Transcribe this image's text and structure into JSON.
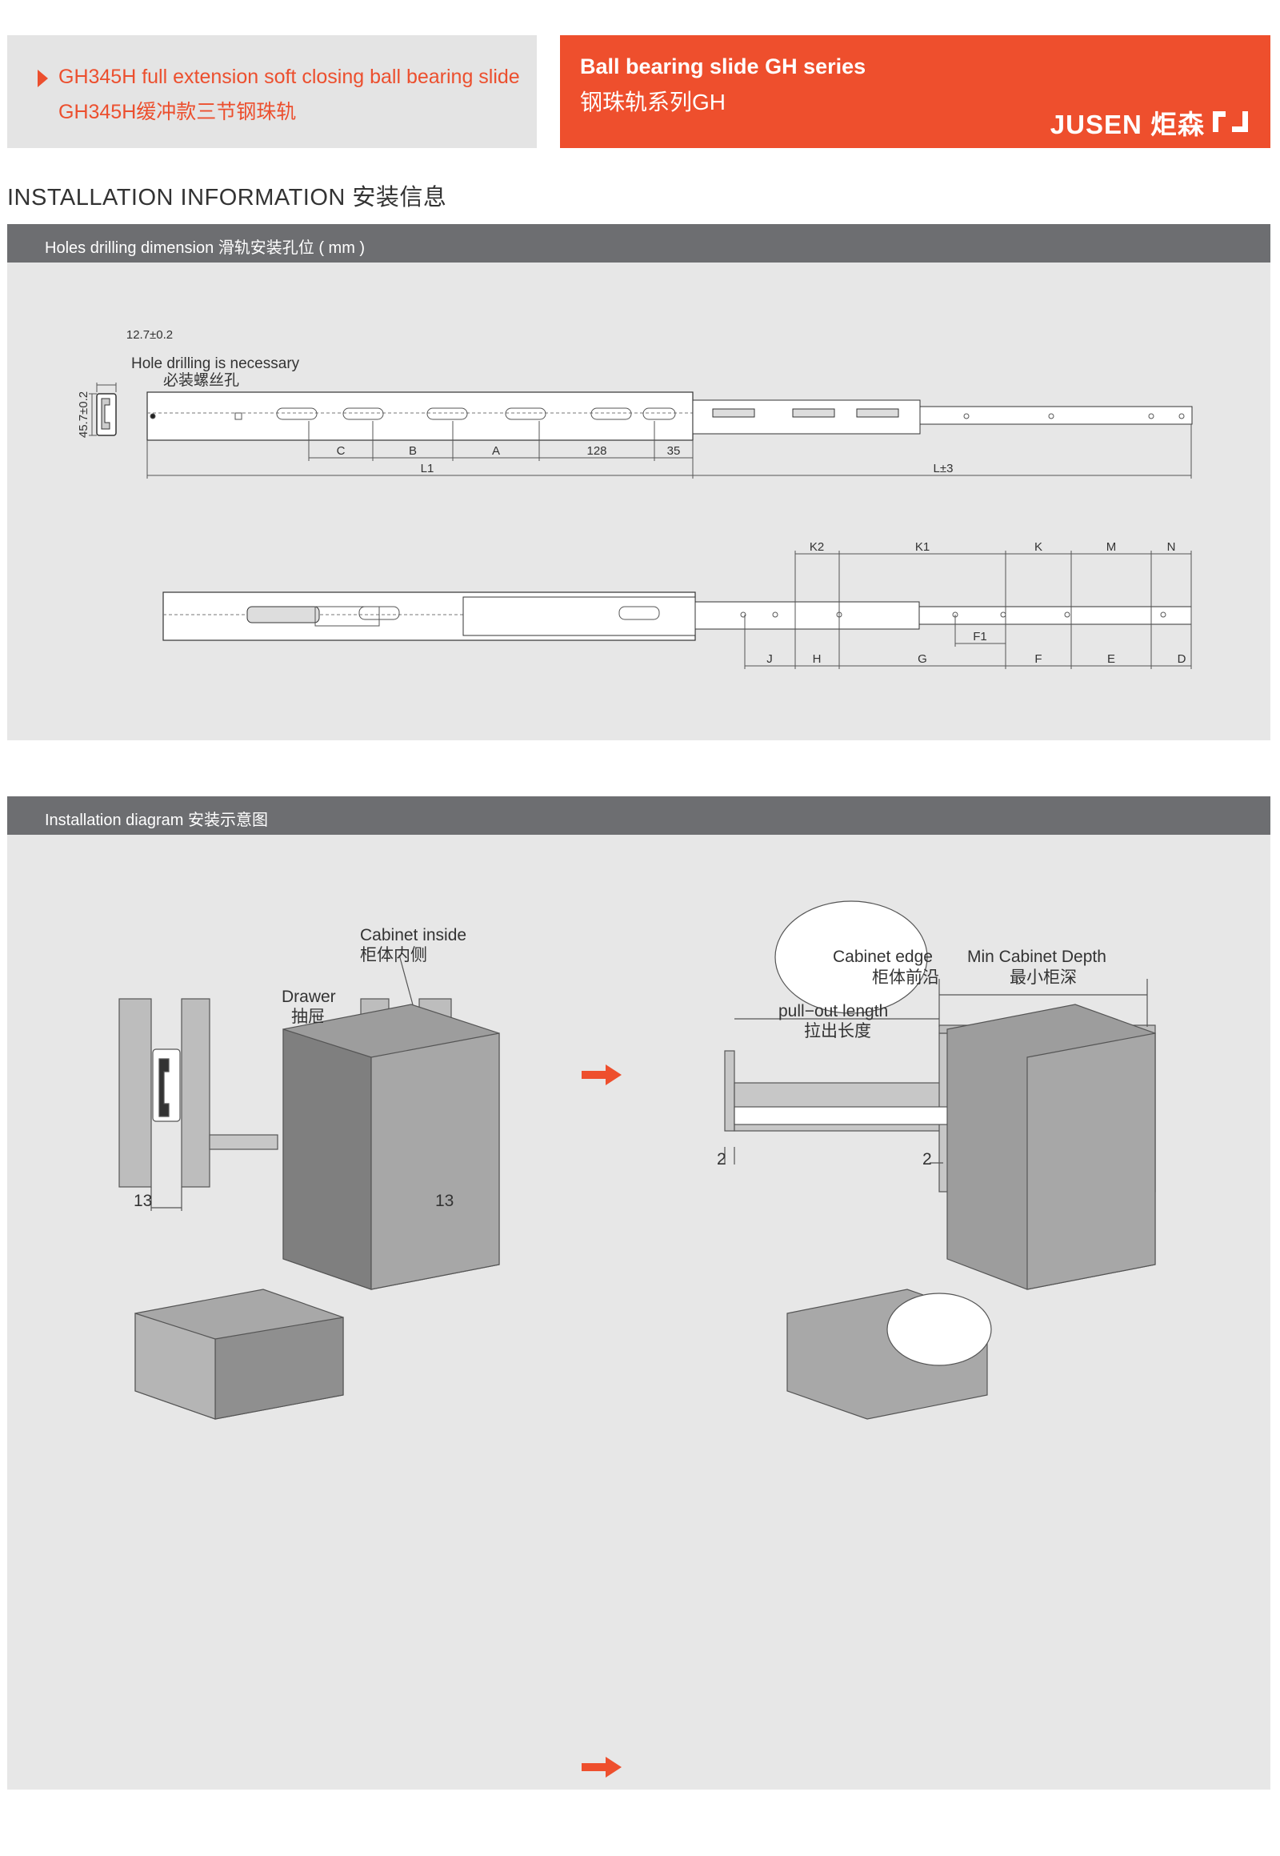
{
  "header": {
    "product_en": "GH345H full extension soft closing ball bearing slide",
    "product_cn": "GH345H缓冲款三节钢珠轨",
    "series_en": "Ball bearing slide GH series",
    "series_cn": "钢珠轨系列GH",
    "brand": "JUSEN 炬森"
  },
  "section_title": "INSTALLATION INFORMATION   安装信息",
  "holes_band": "Holes drilling dimension    滑轨安装孔位 ( mm )",
  "diagram_band": "Installation diagram    安装示意图",
  "drawing1": {
    "width_dim": "12.7±0.2",
    "height_dim": "45.7±0.2",
    "note_en": "Hole drilling is necessary",
    "note_cn": "必装螺丝孔",
    "dims": [
      "C",
      "B",
      "A",
      "128",
      "35"
    ],
    "l1": "L1",
    "l": "L±3"
  },
  "drawing2": {
    "top_dims": [
      "K2",
      "K1",
      "K",
      "M",
      "N"
    ],
    "f1": "F1",
    "bottom_dims": [
      "J",
      "H",
      "G",
      "F",
      "E",
      "D"
    ]
  },
  "diagram1": {
    "cabinet_inside_en": "Cabinet inside",
    "cabinet_inside_cn": "柜体内侧",
    "drawer_en": "Drawer",
    "drawer_cn": "抽屉",
    "gap_left": "13",
    "gap_right": "13"
  },
  "diagram2": {
    "cabinet_edge_en": "Cabinet edge",
    "cabinet_edge_cn": "柜体前沿",
    "min_depth_en": "Min Cabinet Depth",
    "min_depth_cn": "最小柜深",
    "pullout_en": "pull−out length",
    "pullout_cn": "拉出长度",
    "gap_a": "2",
    "gap_b": "2"
  },
  "colors": {
    "accent": "#ee4f2d",
    "band": "#6d6e71",
    "panel": "#e7e7e7"
  }
}
